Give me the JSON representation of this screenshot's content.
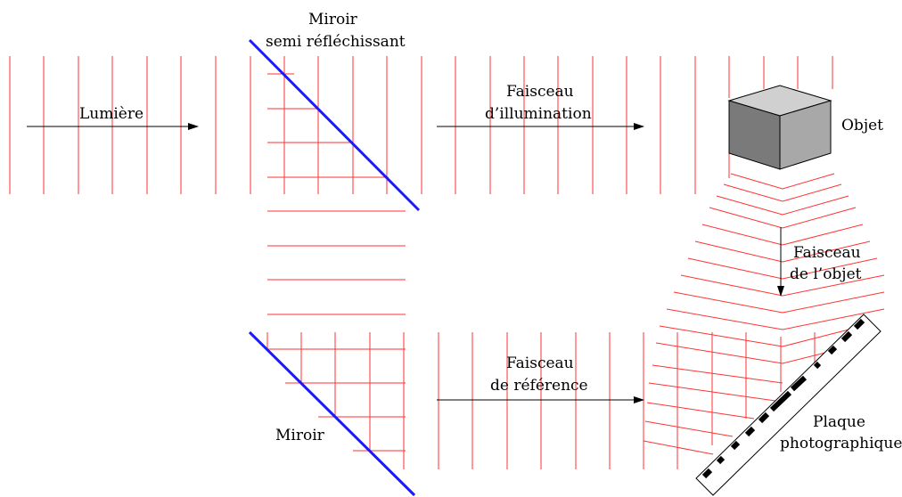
{
  "labels": {
    "light": "Lumière",
    "semi_mirror_1": "Miroir",
    "semi_mirror_2": "semi réfléchissant",
    "illum_1": "Faisceau",
    "illum_2": "d’illumination",
    "object": "Objet",
    "object_beam_1": "Faisceau",
    "object_beam_2": "de l’objet",
    "reference_1": "Faisceau",
    "reference_2": "de référence",
    "mirror": "Miroir",
    "plate_1": "Plaque",
    "plate_2": "photographique"
  },
  "colors": {
    "wavefront": "#ff3333",
    "mirror": "#1a1aff",
    "arrow": "#000000",
    "cube_front": "#7a7a7a",
    "cube_top": "#cfcfcf",
    "cube_side": "#a5a5a5",
    "plate_fill": "#ffffff",
    "plate_marks": "#000000"
  }
}
